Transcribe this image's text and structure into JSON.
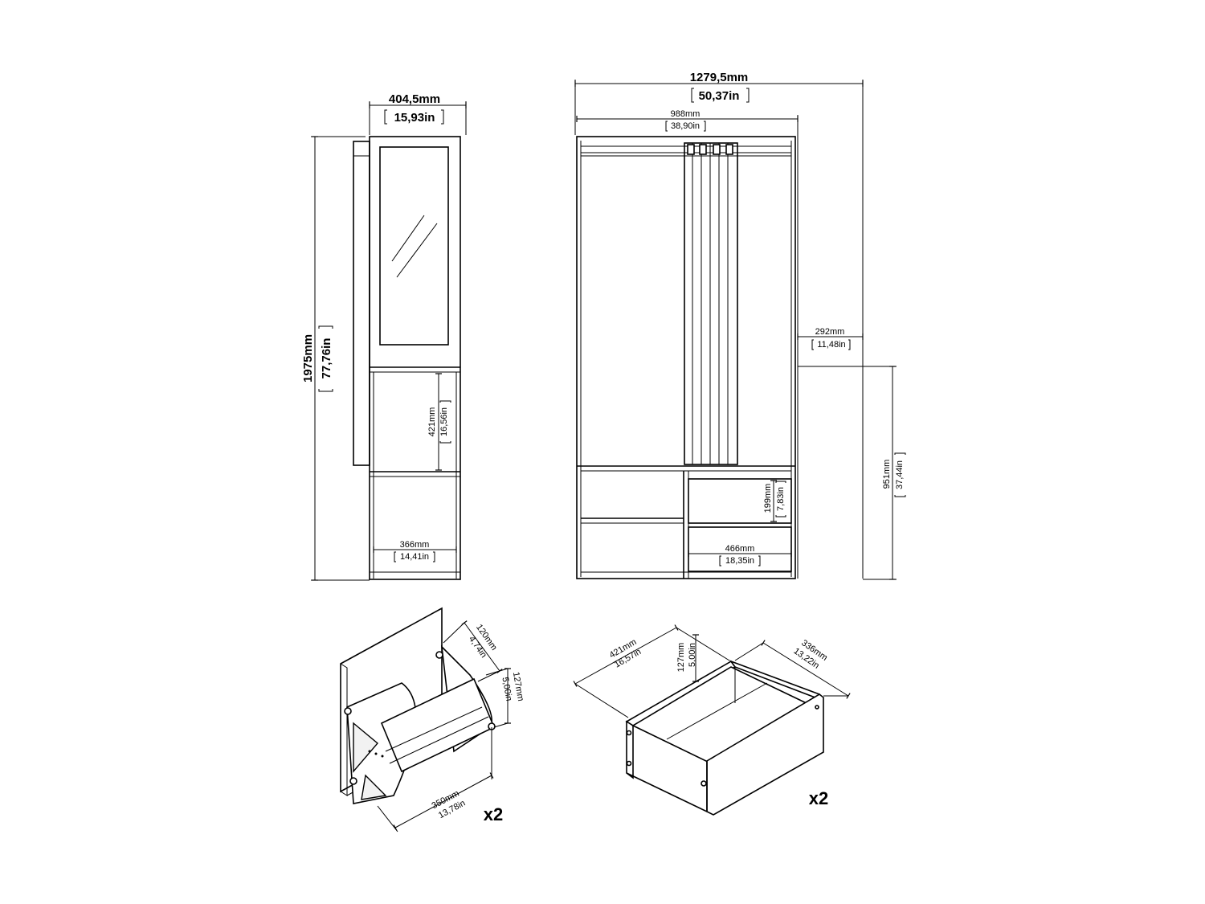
{
  "side_view": {
    "width_mm": "404,5mm",
    "width_in": "15,93in",
    "height_mm": "1975mm",
    "height_in": "77,76in",
    "shelf_h_mm": "421mm",
    "shelf_h_in": "16,56in",
    "inner_w_mm": "366mm",
    "inner_w_in": "14,41in"
  },
  "front_view": {
    "total_w_mm": "1279,5mm",
    "total_w_in": "50,37in",
    "wardrobe_w_mm": "988mm",
    "wardrobe_w_in": "38,90in",
    "bench_d_mm": "292mm",
    "bench_d_in": "11,48in",
    "bench_h_mm": "951mm",
    "bench_h_in": "37,44in",
    "drawer_h_mm": "199mm",
    "drawer_h_in": "7,83in",
    "drawer_w_mm": "466mm",
    "drawer_w_in": "18,35in"
  },
  "shoe_rack": {
    "depth_mm": "120mm",
    "depth_in": "4,74in",
    "height_mm": "127mm",
    "height_in": "5,00in",
    "width_mm": "350mm",
    "width_in": "13,78in",
    "qty": "x2"
  },
  "drawer": {
    "width_mm": "421mm",
    "width_in": "16,57in",
    "height_mm": "127mm",
    "height_in": "5,00in",
    "depth_mm": "336mm",
    "depth_in": "13,22in",
    "qty": "x2"
  }
}
